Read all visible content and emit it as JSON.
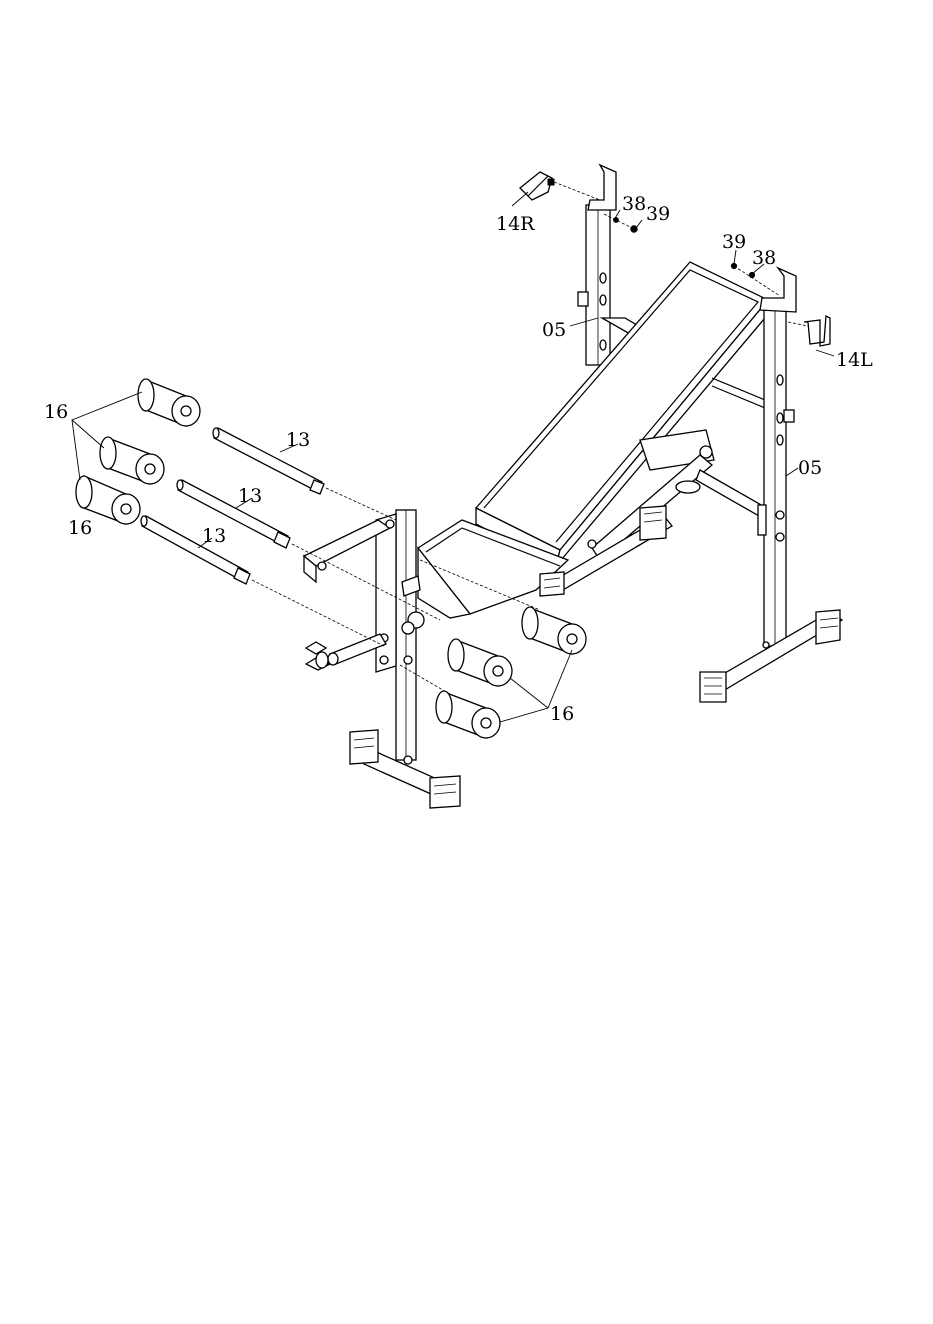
{
  "diagram": {
    "labels": {
      "part_14r": "14R",
      "part_38_right": "38",
      "part_39_right": "39",
      "part_39_left": "39",
      "part_38_left": "38",
      "part_05_right": "05",
      "part_14l": "14L",
      "part_05_left": "05",
      "part_16_top": "16",
      "part_16_mid": "16",
      "part_13_top": "13",
      "part_13_mid": "13",
      "part_13_bot": "13",
      "part_16_bottom": "16"
    }
  }
}
